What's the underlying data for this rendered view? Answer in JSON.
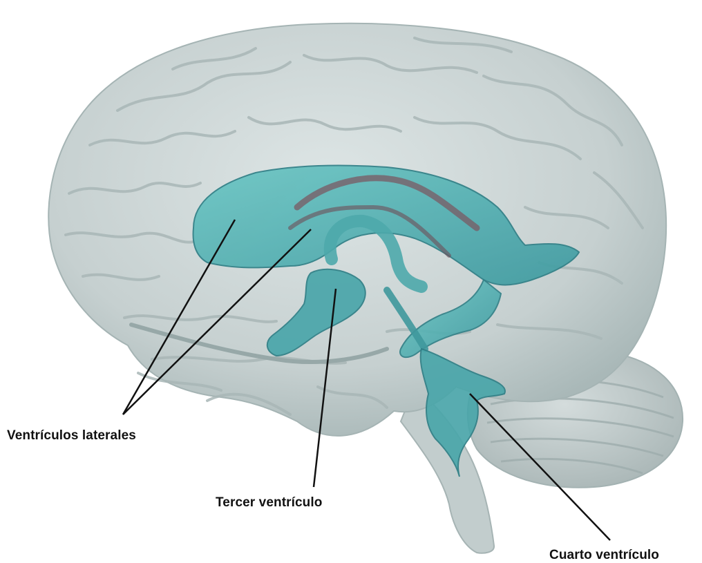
{
  "labels": {
    "lateral_ventricles": "Ventrículos laterales",
    "third_ventricle": "Tercer ventrículo",
    "fourth_ventricle": "Cuarto ventrículo"
  },
  "colors": {
    "brain": "#c9d3d3",
    "brain_shadow": "#9fb0b0",
    "ventricle": "#56b9b9",
    "ventricle_dark": "#3c8f93",
    "ventricle_vessel": "#7a5963",
    "leader_line": "#111111",
    "background": "#ffffff"
  }
}
